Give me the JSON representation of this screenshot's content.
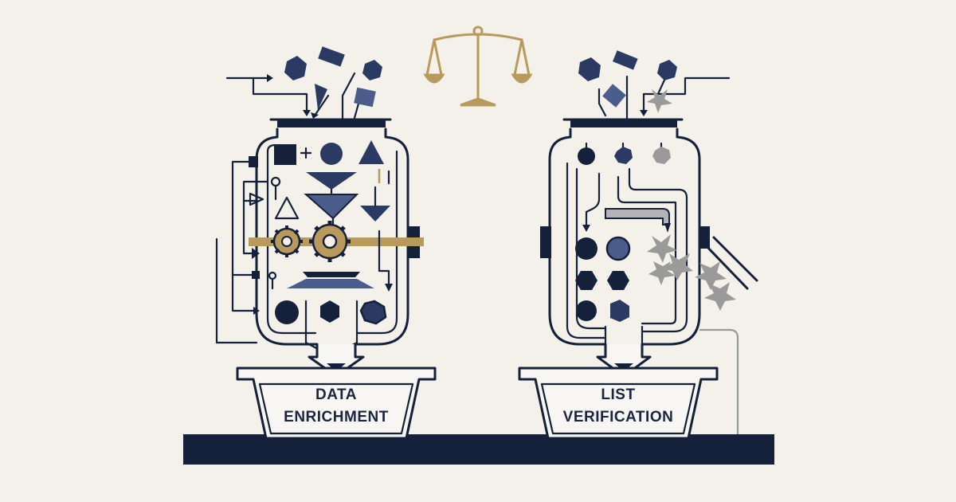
{
  "left_bin": {
    "line1": "DATA",
    "line2": "ENRICHMENT"
  },
  "right_bin": {
    "line1": "LIST",
    "line2": "VERIFICATION"
  },
  "colors": {
    "background": "#f4f1ea",
    "ink": "#15213b",
    "navy": "#2b3a62",
    "slate": "#4b5d8a",
    "gold": "#b89a5c",
    "grey": "#9a9a9a",
    "panel": "#f7f6f2"
  },
  "icons": [
    "balance-scale-icon",
    "gear-icon",
    "hexagon-icon",
    "funnel-icon",
    "reject-shard-icon"
  ]
}
